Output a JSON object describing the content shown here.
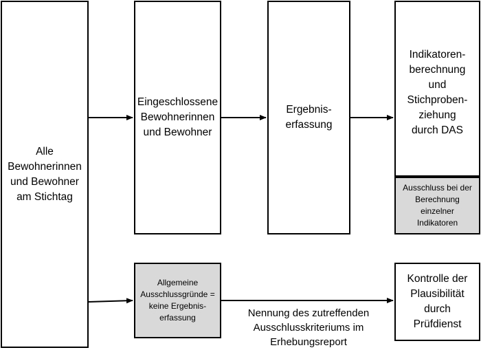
{
  "nodes": {
    "all_residents": "Alle\nBewohnerinnen\nund Bewohner\nam Stichtag",
    "included_residents": "Eingeschlossene\nBewohnerinnen\nund Bewohner",
    "result_capture": "Ergebnis-\nerfassung",
    "indicator_calc": "Indikatoren-\nberechnung\nund\nStichproben-\nziehung\ndurch DAS",
    "exclusion_calc": "Ausschluss bei der\nBerechnung\neinzelner\nIndikatoren",
    "general_exclusion": "Allgemeine\nAusschlussgründe =\nkeine Ergebnis-\nerfassung",
    "plausibility_check": "Kontrolle der\nPlausibilität\ndurch\nPrüfdienst"
  },
  "edges": {
    "report_note": "Nennung des zutreffenden\nAusschlusskriteriums im\nErhebungsreport"
  }
}
